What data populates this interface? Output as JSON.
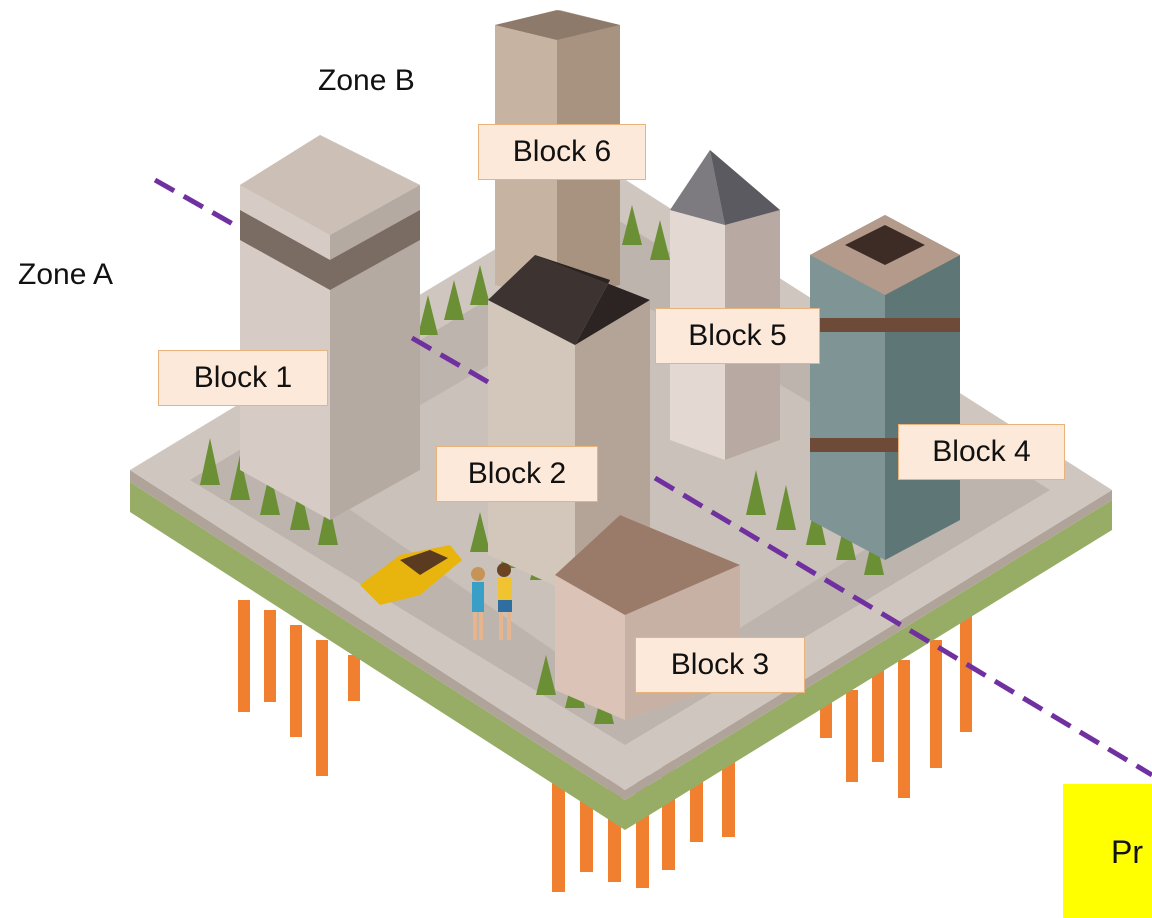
{
  "zones": {
    "zone_a": "Zone A",
    "zone_b": "Zone B"
  },
  "blocks": {
    "block_1": "Block 1",
    "block_2": "Block 2",
    "block_3": "Block 3",
    "block_4": "Block 4",
    "block_5": "Block 5",
    "block_6": "Block 6"
  },
  "legend": {
    "text": "Pr"
  },
  "colors": {
    "divider_line": "#7030a0",
    "label_fill": "#fde9d9",
    "label_border": "#e9b37e",
    "legend_fill": "#ffff00",
    "piles": "#f07f2f",
    "ground": "#9aaf6a",
    "platform": "#cfc6c0"
  }
}
